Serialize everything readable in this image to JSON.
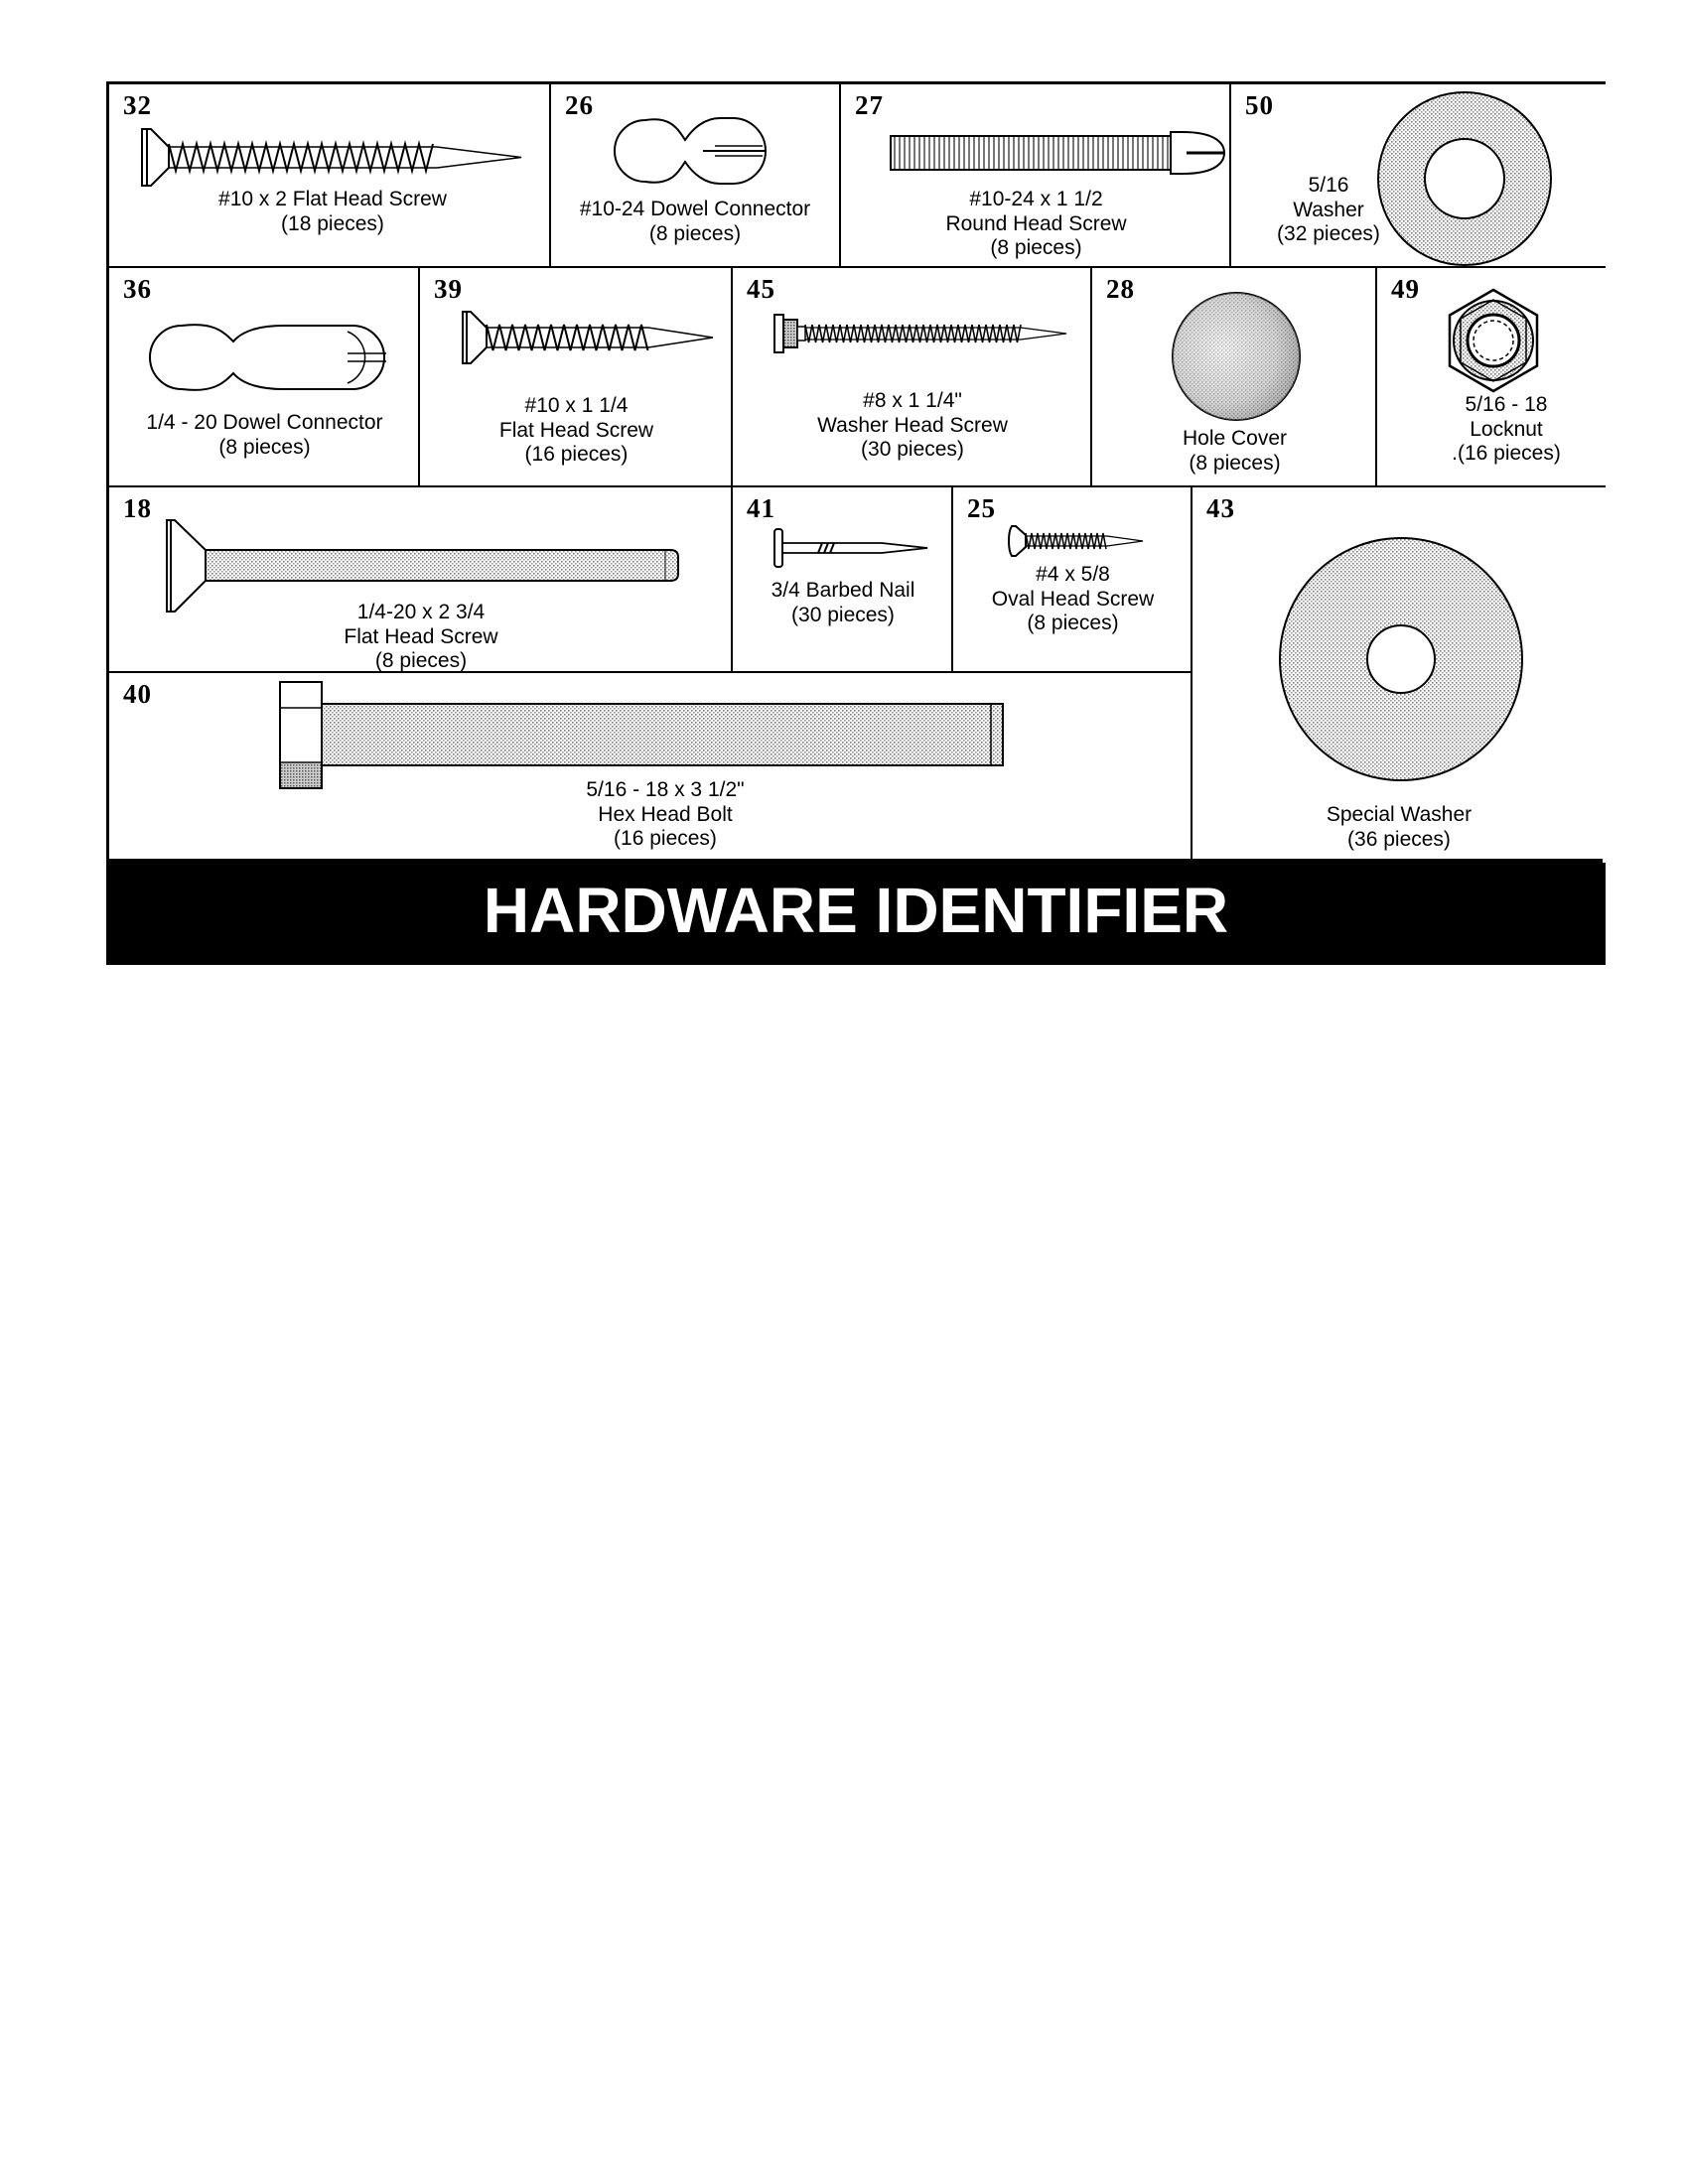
{
  "title": "HARDWARE IDENTIFIER",
  "items": [
    {
      "num": "32",
      "label": "#10 x 2 Flat Head Screw\n(18 pieces)",
      "icon": "flat-head-wood-screw-icon"
    },
    {
      "num": "26",
      "label": "#10-24 Dowel Connector\n(8 pieces)",
      "icon": "dowel-connector-icon"
    },
    {
      "num": "27",
      "label": "#10-24 x 1 1/2\nRound Head Screw\n(8 pieces)",
      "icon": "round-head-screw-icon"
    },
    {
      "num": "50",
      "label": "5/16\nWasher\n(32 pieces)",
      "icon": "washer-icon"
    },
    {
      "num": "36",
      "label": "1/4 - 20 Dowel Connector\n(8 pieces)",
      "icon": "long-dowel-connector-icon"
    },
    {
      "num": "39",
      "label": "#10 x 1 1/4\nFlat Head Screw\n(16 pieces)",
      "icon": "flat-head-wood-screw-icon"
    },
    {
      "num": "45",
      "label": "#8 x 1 1/4\"\nWasher Head Screw\n(30 pieces)",
      "icon": "washer-head-screw-icon"
    },
    {
      "num": "28",
      "label": "Hole Cover\n(8 pieces)",
      "icon": "hole-cover-icon"
    },
    {
      "num": "49",
      "label": "5/16 - 18\nLocknut\n.(16 pieces)",
      "icon": "locknut-icon"
    },
    {
      "num": "18",
      "label": "1/4-20 x 2 3/4\nFlat Head Screw\n(8 pieces)",
      "icon": "flat-head-machine-screw-icon"
    },
    {
      "num": "41",
      "label": "3/4 Barbed Nail\n(30 pieces)",
      "icon": "barbed-nail-icon"
    },
    {
      "num": "25",
      "label": "#4 x 5/8\nOval Head Screw\n(8 pieces)",
      "icon": "oval-head-screw-icon"
    },
    {
      "num": "43",
      "label": "Special Washer\n(36 pieces)",
      "icon": "special-washer-icon"
    },
    {
      "num": "40",
      "label": "5/16 - 18 x 3 1/2\"\nHex Head Bolt\n(16 pieces)",
      "icon": "hex-head-bolt-icon"
    }
  ]
}
